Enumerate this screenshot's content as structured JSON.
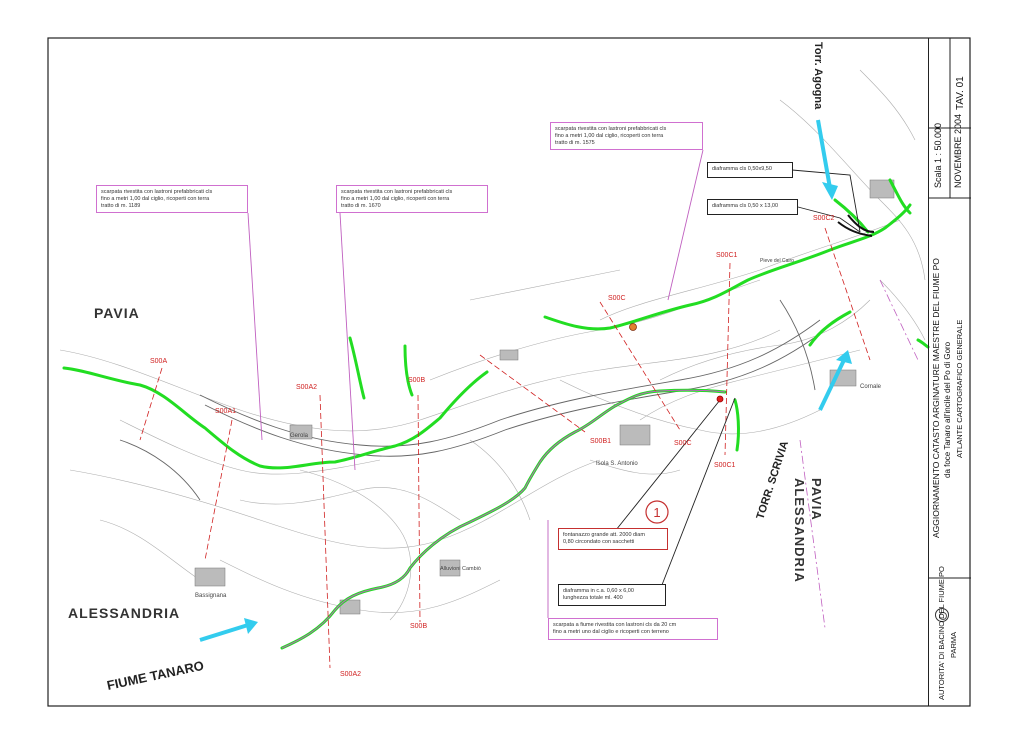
{
  "title_block": {
    "scale": "Scala 1 : 50.000",
    "date": "NOVEMBRE 2004",
    "sheet": "TAV. 01",
    "title1": "AGGIORNAMENTO CATASTO ARGINATURE MAESTRE DEL FIUME PO",
    "title2": "da foce Tanaro all'incile del Po di Goro",
    "title3": "ATLANTE CARTOGRAFICO GENERALE",
    "authority1": "AUTORITA' DI BACINO DEL FIUME PO",
    "authority2": "PARMA"
  },
  "regions": {
    "pavia_left": "PAVIA",
    "alessandria_left": "ALESSANDRIA",
    "pavia_right": "PAVIA",
    "alessandria_right": "ALESSANDRIA"
  },
  "rivers": {
    "tanaro": "FIUME TANARO",
    "scrivia": "TORR. SCRIVIA",
    "agogna": "Torr. Agogna"
  },
  "sections": {
    "s00a": "S00A",
    "s00a1": "S00A1",
    "s00a2_top": "S00A2",
    "s00a2_bottom": "S00A2",
    "s00b_top": "S00B",
    "s00b_bottom": "S00B",
    "s00b1": "S00B1",
    "s00c_top": "S00C",
    "s00c_bottom": "S00C",
    "s00c1_top": "S00C1",
    "s00c1_bottom": "S00C1",
    "s00c2": "S00C2"
  },
  "annotations": {
    "note1": [
      "scarpata rivestita con lastroni prefabbricati cls",
      "fino a metri 1,00 dal ciglio, ricoperti con terra",
      "tratto di m. 1189"
    ],
    "note2": [
      "scarpata rivestita con lastroni prefabbricati cls",
      "fino a metri 1,00 dal ciglio, ricoperti con terra",
      "tratto di m. 1670"
    ],
    "note3": [
      "scarpata rivestita con lastroni prefabbricati cls",
      "fino a metri 1,00 dal ciglio, ricoperti con terra",
      "tratto di m. 1575"
    ],
    "diaframma1": "diaframma cls 0,50x9,50",
    "diaframma2": "diaframma cls 0,50 x 13,00",
    "fontanazzo": [
      "fontanazzo grande att. 2000 diam",
      "0,80 circondato con sacchetti"
    ],
    "diaframma3": [
      "diaframma in c.a. 0,60 x 6,00",
      "lunghezza totale ml. 400"
    ],
    "note4": [
      "scarpata a fiume rivestita con lastroni cls da 20 cm",
      "fino a metri uno dal ciglio e ricoperti con terreno"
    ],
    "marker": "1"
  },
  "places": {
    "gerola": "Gerola",
    "bassignana": "Bassignana",
    "alluvioni": "Alluvioni Cambiò",
    "isola": "Isola S. Antonio",
    "cornale": "Cornale",
    "gallo": "Pieve del Cairo"
  },
  "colors": {
    "levee_green": "#22dd22",
    "levee_purple": "#c060c0",
    "section_red": "#d02020",
    "arrow_cyan": "#33ccee",
    "note_border": "#d070d0"
  }
}
